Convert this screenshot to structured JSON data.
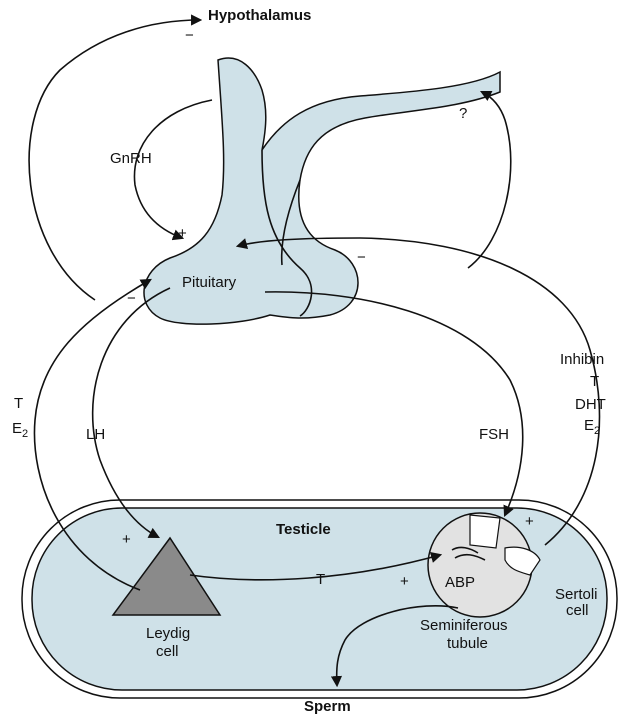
{
  "labels": {
    "hypothalamus": "Hypothalamus",
    "gnrh": "GnRH",
    "pituitary": "Pituitary",
    "question": "?",
    "t_left": "T",
    "e2_left": "E",
    "e2_left_sub": "2",
    "lh": "LH",
    "fsh": "FSH",
    "inhibin": "Inhibin",
    "t_right": "T",
    "dht": "DHT",
    "e2_right": "E",
    "e2_right_sub": "2",
    "testicle": "Testicle",
    "leydig_line1": "Leydig",
    "leydig_line2": "cell",
    "t_mid": "T",
    "abp": "ABP",
    "sertoli_line1": "Sertoli",
    "sertoli_line2": "cell",
    "seminiferous_line1": "Seminiferous",
    "seminiferous_line2": "tubule",
    "sperm": "Sperm"
  },
  "signs": {
    "hypo_minus": "−",
    "gnrh_plus": "+",
    "pit_minus_left": "−",
    "pit_minus_right": "−",
    "leydig_plus": "+",
    "tubule_plus_top": "+",
    "tubule_plus_left": "+"
  },
  "colors": {
    "tissue_fill": "#cfe1e8",
    "tubule_fill": "#e2e2e2",
    "leydig_fill": "#8a8a8a",
    "stroke": "#111111"
  }
}
